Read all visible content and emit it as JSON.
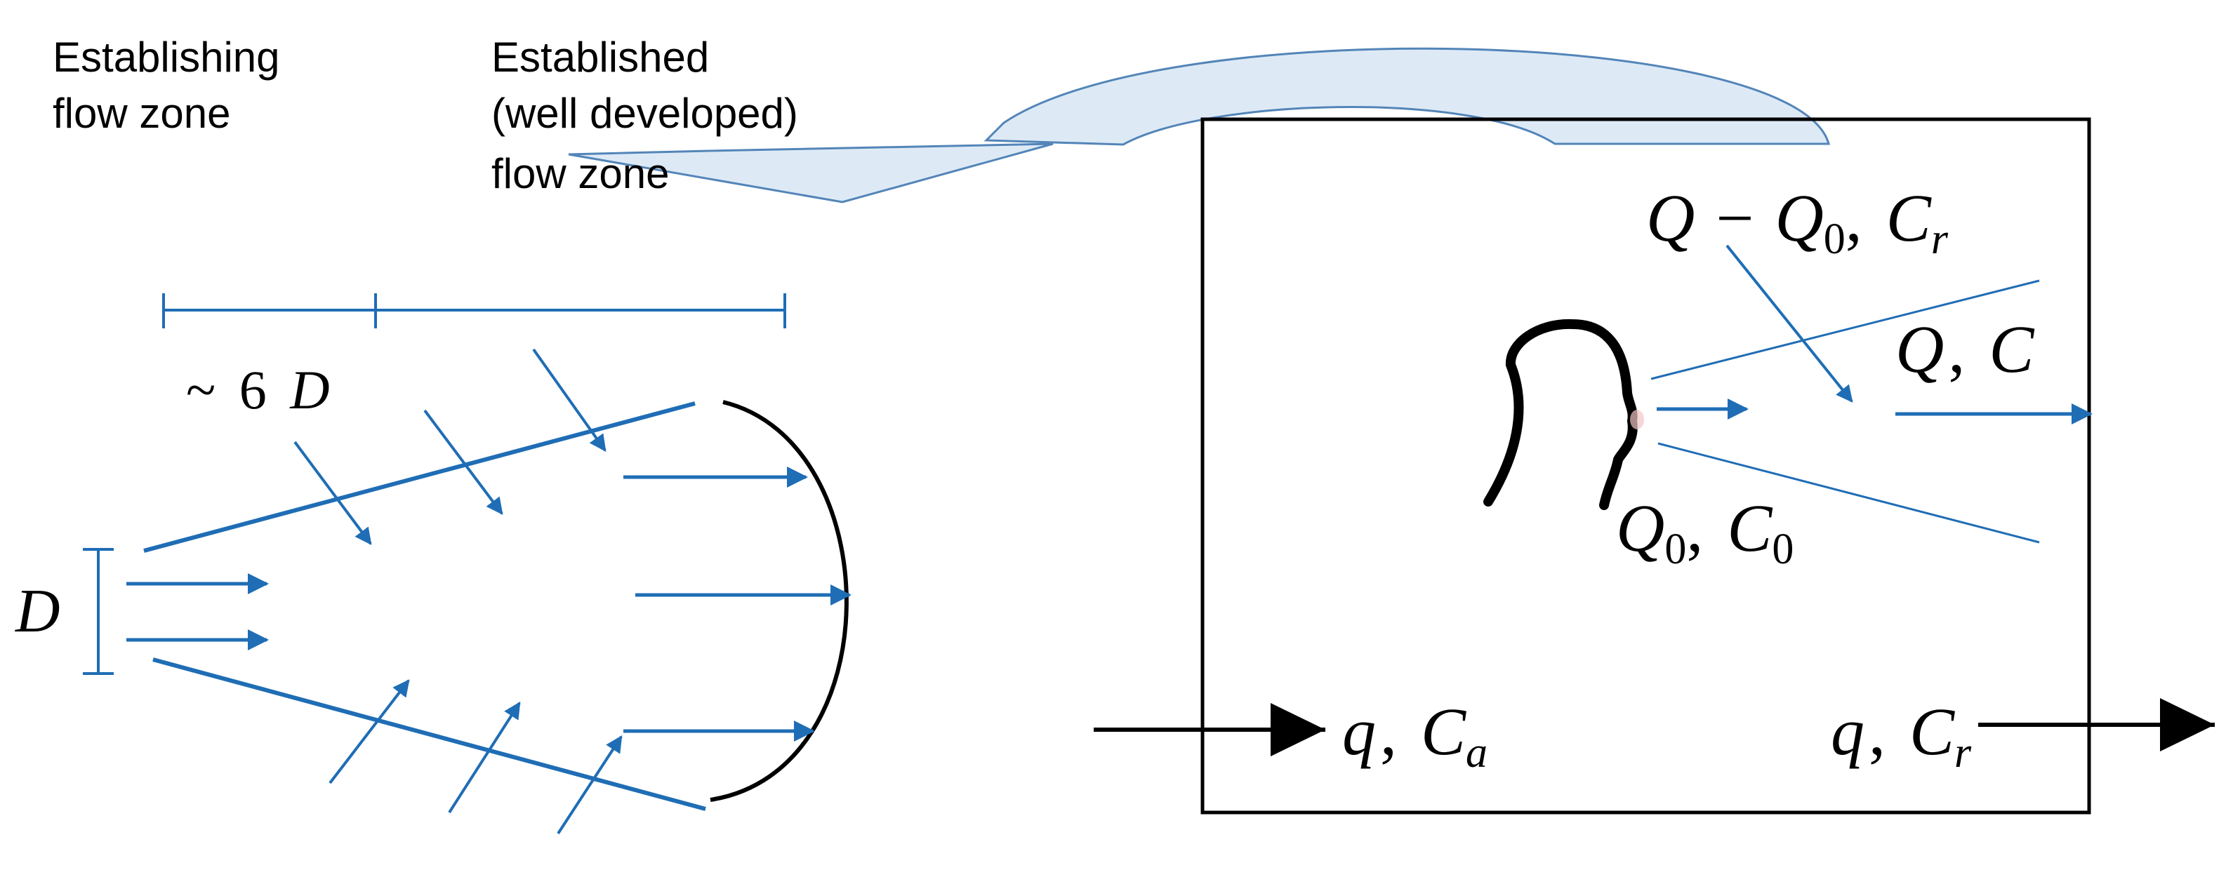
{
  "labels": {
    "establishing_line1": "Establishing",
    "establishing_line2": "flow zone",
    "established_line1": "Established",
    "established_line2": "(well developed)",
    "established_line3": "flow zone"
  },
  "math": {
    "six_d_tilde": "~",
    "six_d_num": "6",
    "six_d_var": "D",
    "d_label": "D",
    "q_minus_q0_Q": "Q",
    "q_minus_q0_minus": "−",
    "q_minus_q0_Q0": "Q",
    "q_minus_q0_sub0": "0",
    "q_minus_q0_comma": ",",
    "q_minus_q0_C": "C",
    "q_minus_q0_subr": "r",
    "qc_Q": "Q",
    "qc_comma": ",",
    "qc_C": "C",
    "q0c0_Q": "Q",
    "q0c0_subQ": "0",
    "q0c0_comma": ",",
    "q0c0_C": "C",
    "q0c0_subC": "0",
    "qca_q": "q",
    "qca_comma": ",",
    "qca_C": "C",
    "qca_sub": "a",
    "qcr_q": "q",
    "qcr_comma": ",",
    "qcr_C": "C",
    "qcr_sub": "r"
  },
  "colors": {
    "blue": "#1f6db5",
    "black": "#000000",
    "callout_fill": "#dce9f6",
    "callout_stroke": "#4a7fb5"
  }
}
